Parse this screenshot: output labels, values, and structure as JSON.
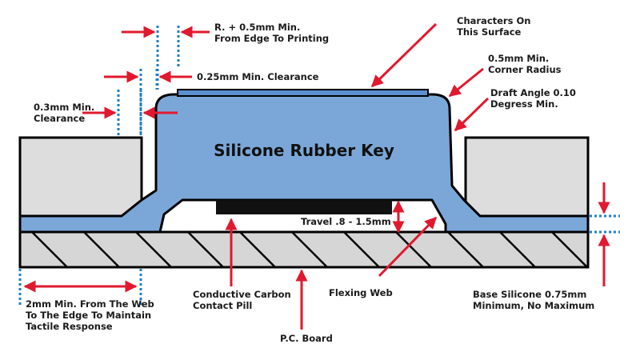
{
  "diagram": {
    "key_title": "Silicone Rubber Key",
    "labels": {
      "printing_edge_1": "R. + 0.5mm Min.",
      "printing_edge_2": "From Edge To Printing",
      "clearance_025": "0.25mm Min. Clearance",
      "clearance_03_1": "0.3mm Min.",
      "clearance_03_2": "Clearance",
      "characters_1": "Characters On",
      "characters_2": "This Surface",
      "corner_1": "0.5mm Min.",
      "corner_2": "Corner Radius",
      "draft_1": "Draft Angle 0.10",
      "draft_2": "Degress Min.",
      "travel": "Travel .8 - 1.5mm",
      "pill_1": "Conductive Carbon",
      "pill_2": "Contact Pill",
      "web": "Flexing Web",
      "base_1": "Base Silicone 0.75mm",
      "base_2": "Minimum, No Maximum",
      "edge_1": "2mm Min. From The Web",
      "edge_2": "To The Edge To Maintain",
      "edge_3": "Tactile Response",
      "pcb": "P.C. Board"
    },
    "colors": {
      "silicone": "#7ba7d8",
      "bezel": "#dddddd",
      "pcb": "#d6d6d6",
      "pill": "#111111",
      "arrow": "#e0192e",
      "dotted": "#1f7fc4",
      "outline": "#000000"
    }
  }
}
